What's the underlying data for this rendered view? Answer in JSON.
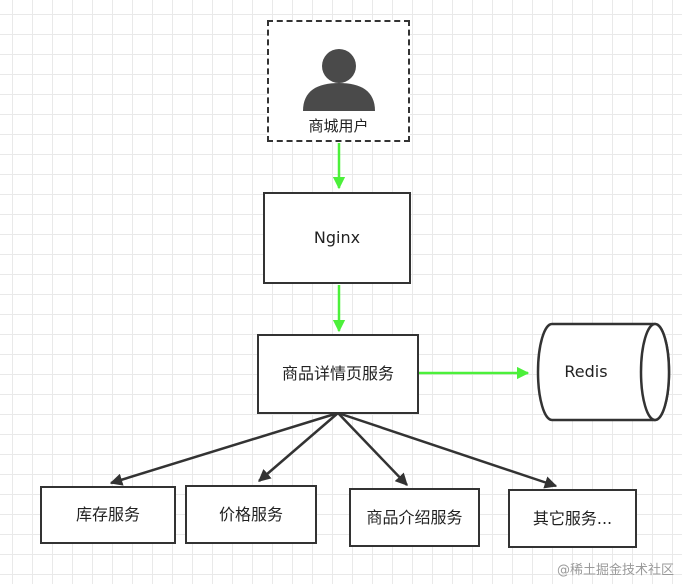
{
  "nodes": {
    "user": "商城用户",
    "nginx": "Nginx",
    "detail": "商品详情页服务",
    "redis": "Redis",
    "stock": "库存服务",
    "price": "价格服务",
    "intro": "商品介绍服务",
    "other": "其它服务..."
  },
  "watermark": "@稀土掘金技术社区",
  "icons": {
    "user": "person-icon"
  },
  "colors": {
    "green_arrow": "#4cf03a",
    "dark_arrow": "#333333"
  }
}
